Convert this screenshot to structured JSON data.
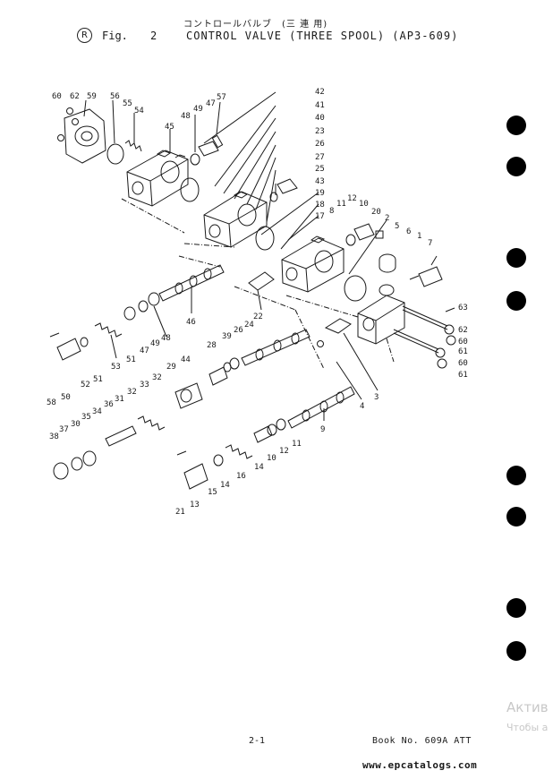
{
  "header": {
    "japanese_title": "コントロールバルブ　(三 連 用)",
    "revision_mark": "R",
    "fig_label": "Fig.",
    "fig_number": "2",
    "fig_title": "CONTROL VALVE (THREE SPOOL) (AP3-609)"
  },
  "part_labels": {
    "p60a": "60",
    "p62a": "62",
    "p59": "59",
    "p56": "56",
    "p55": "55",
    "p54": "54",
    "p45": "45",
    "p48a": "48",
    "p49a": "49",
    "p47a": "47",
    "p57": "57",
    "p42": "42",
    "p41": "41",
    "p40": "40",
    "p23": "23",
    "p26a": "26",
    "p27": "27",
    "p25": "25",
    "p43": "43",
    "p19": "19",
    "p18": "18",
    "p17": "17",
    "p12a": "12",
    "p11a": "11",
    "p10a": "10",
    "p8": "8",
    "p20": "20",
    "p2": "2",
    "p5": "5",
    "p6": "6",
    "p1": "1",
    "p7": "7",
    "p63": "63",
    "p62b": "62",
    "p60b": "60",
    "p61a": "61",
    "p60c": "60",
    "p61b": "61",
    "p46": "46",
    "p48b": "48",
    "p22": "22",
    "p53": "53",
    "p51a": "51",
    "p47b": "47",
    "p49b": "49",
    "p51b": "51",
    "p52": "52",
    "p50": "50",
    "p58": "58",
    "p28": "28",
    "p39": "39",
    "p26b": "26",
    "p24": "24",
    "p44": "44",
    "p29": "29",
    "p32a": "32",
    "p33": "33",
    "p32b": "32",
    "p31": "31",
    "p36": "36",
    "p34": "34",
    "p35": "35",
    "p30": "30",
    "p37": "37",
    "p38": "38",
    "p4": "4",
    "p3": "3",
    "p9": "9",
    "p11b": "11",
    "p12b": "12",
    "p10b": "10",
    "p14a": "14",
    "p16": "16",
    "p14b": "14",
    "p15": "15",
    "p21": "21",
    "p13": "13"
  },
  "footer": {
    "page_number": "2-1",
    "book_number": "Book No. 609A ATT",
    "website": "www.epcatalogs.com"
  },
  "watermark": {
    "line1": "Актив",
    "line2": "Чтобы а"
  },
  "colors": {
    "ink": "#1a1a1a",
    "hole": "#000000",
    "watermark": "#c8c8c8"
  }
}
